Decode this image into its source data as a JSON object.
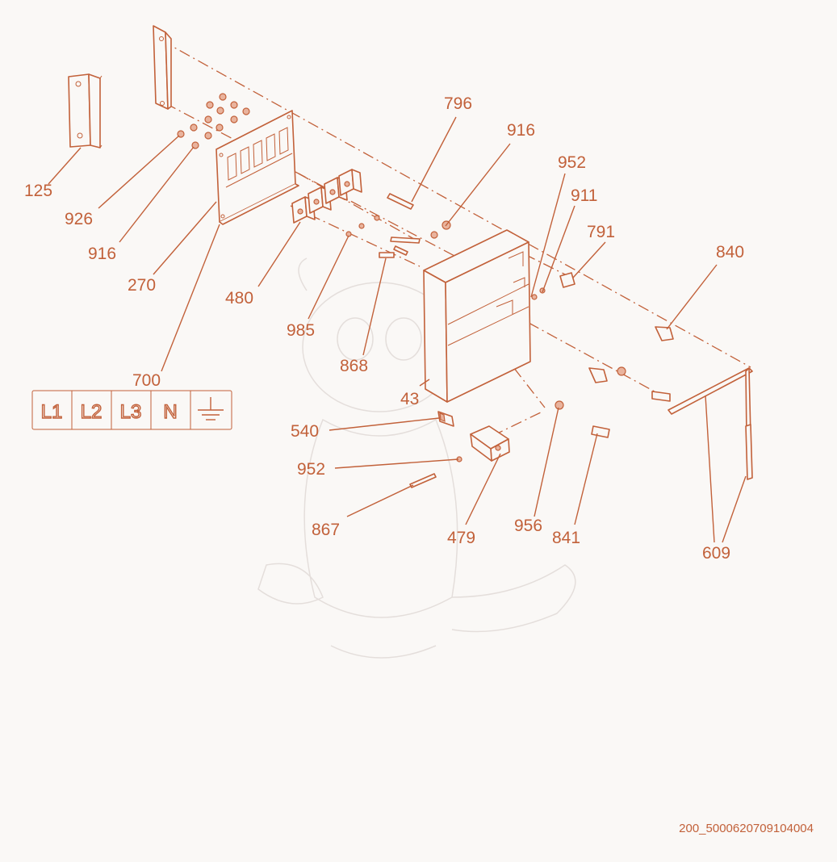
{
  "diagram": {
    "part_numbers": {
      "p125": "125",
      "p926": "926",
      "p916a": "916",
      "p270": "270",
      "p480": "480",
      "p985": "985",
      "p868": "868",
      "p700": "700",
      "p796": "796",
      "p916b": "916",
      "p952a": "952",
      "p911": "911",
      "p791": "791",
      "p840": "840",
      "p43": "43",
      "p540": "540",
      "p952b": "952",
      "p867": "867",
      "p479": "479",
      "p956": "956",
      "p841": "841",
      "p609": "609"
    },
    "terminal_labels": [
      "L1",
      "L2",
      "L3",
      "N"
    ],
    "terminal_ground_icon": "ground-symbol-icon",
    "document_id": "200_5000620709104004",
    "colors": {
      "line": "#c2613a",
      "background": "#faf8f6",
      "watermark": "#e4dedb"
    },
    "watermark_icon": "dragon-watermark-icon"
  }
}
